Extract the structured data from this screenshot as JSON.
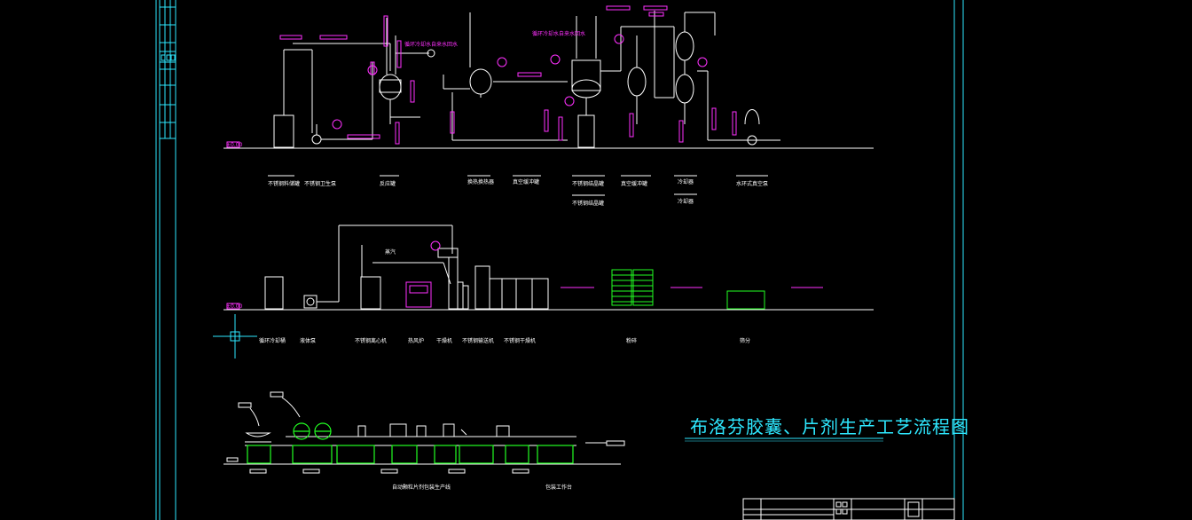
{
  "title": "布洛芬胶囊、片剂生产工艺流程图",
  "elevation_mark": "±0.00",
  "row1_labels": [
    "不锈钢料储罐",
    "不锈钢卫生泵",
    "反应罐",
    "换热换热器",
    "真空缓冲罐",
    "不锈钢结晶罐",
    "真空缓冲罐",
    "冷却器",
    "冷却器",
    "水环式真空泵"
  ],
  "row1_sub_label": "不锈钢结晶罐",
  "row1_annotations": [
    "循环冷却水自来水回水",
    "循环冷却水自来水回水"
  ],
  "row2_labels": [
    "循环冷却桶",
    "液体泵",
    "不锈钢离心机",
    "热风炉",
    "干燥机",
    "不锈钢输送机",
    "不锈钢干燥机",
    "粉碎",
    "筛分"
  ],
  "row2_annotation": "蒸汽",
  "row3_labels": [
    "自动颗粒片剂包装生产线",
    "包装工作台"
  ],
  "colors": {
    "background": "#000000",
    "lines": "#ffffff",
    "annotation": "#ff30ff",
    "equipment": "#22ff22",
    "frame": "#2ee8ff"
  }
}
